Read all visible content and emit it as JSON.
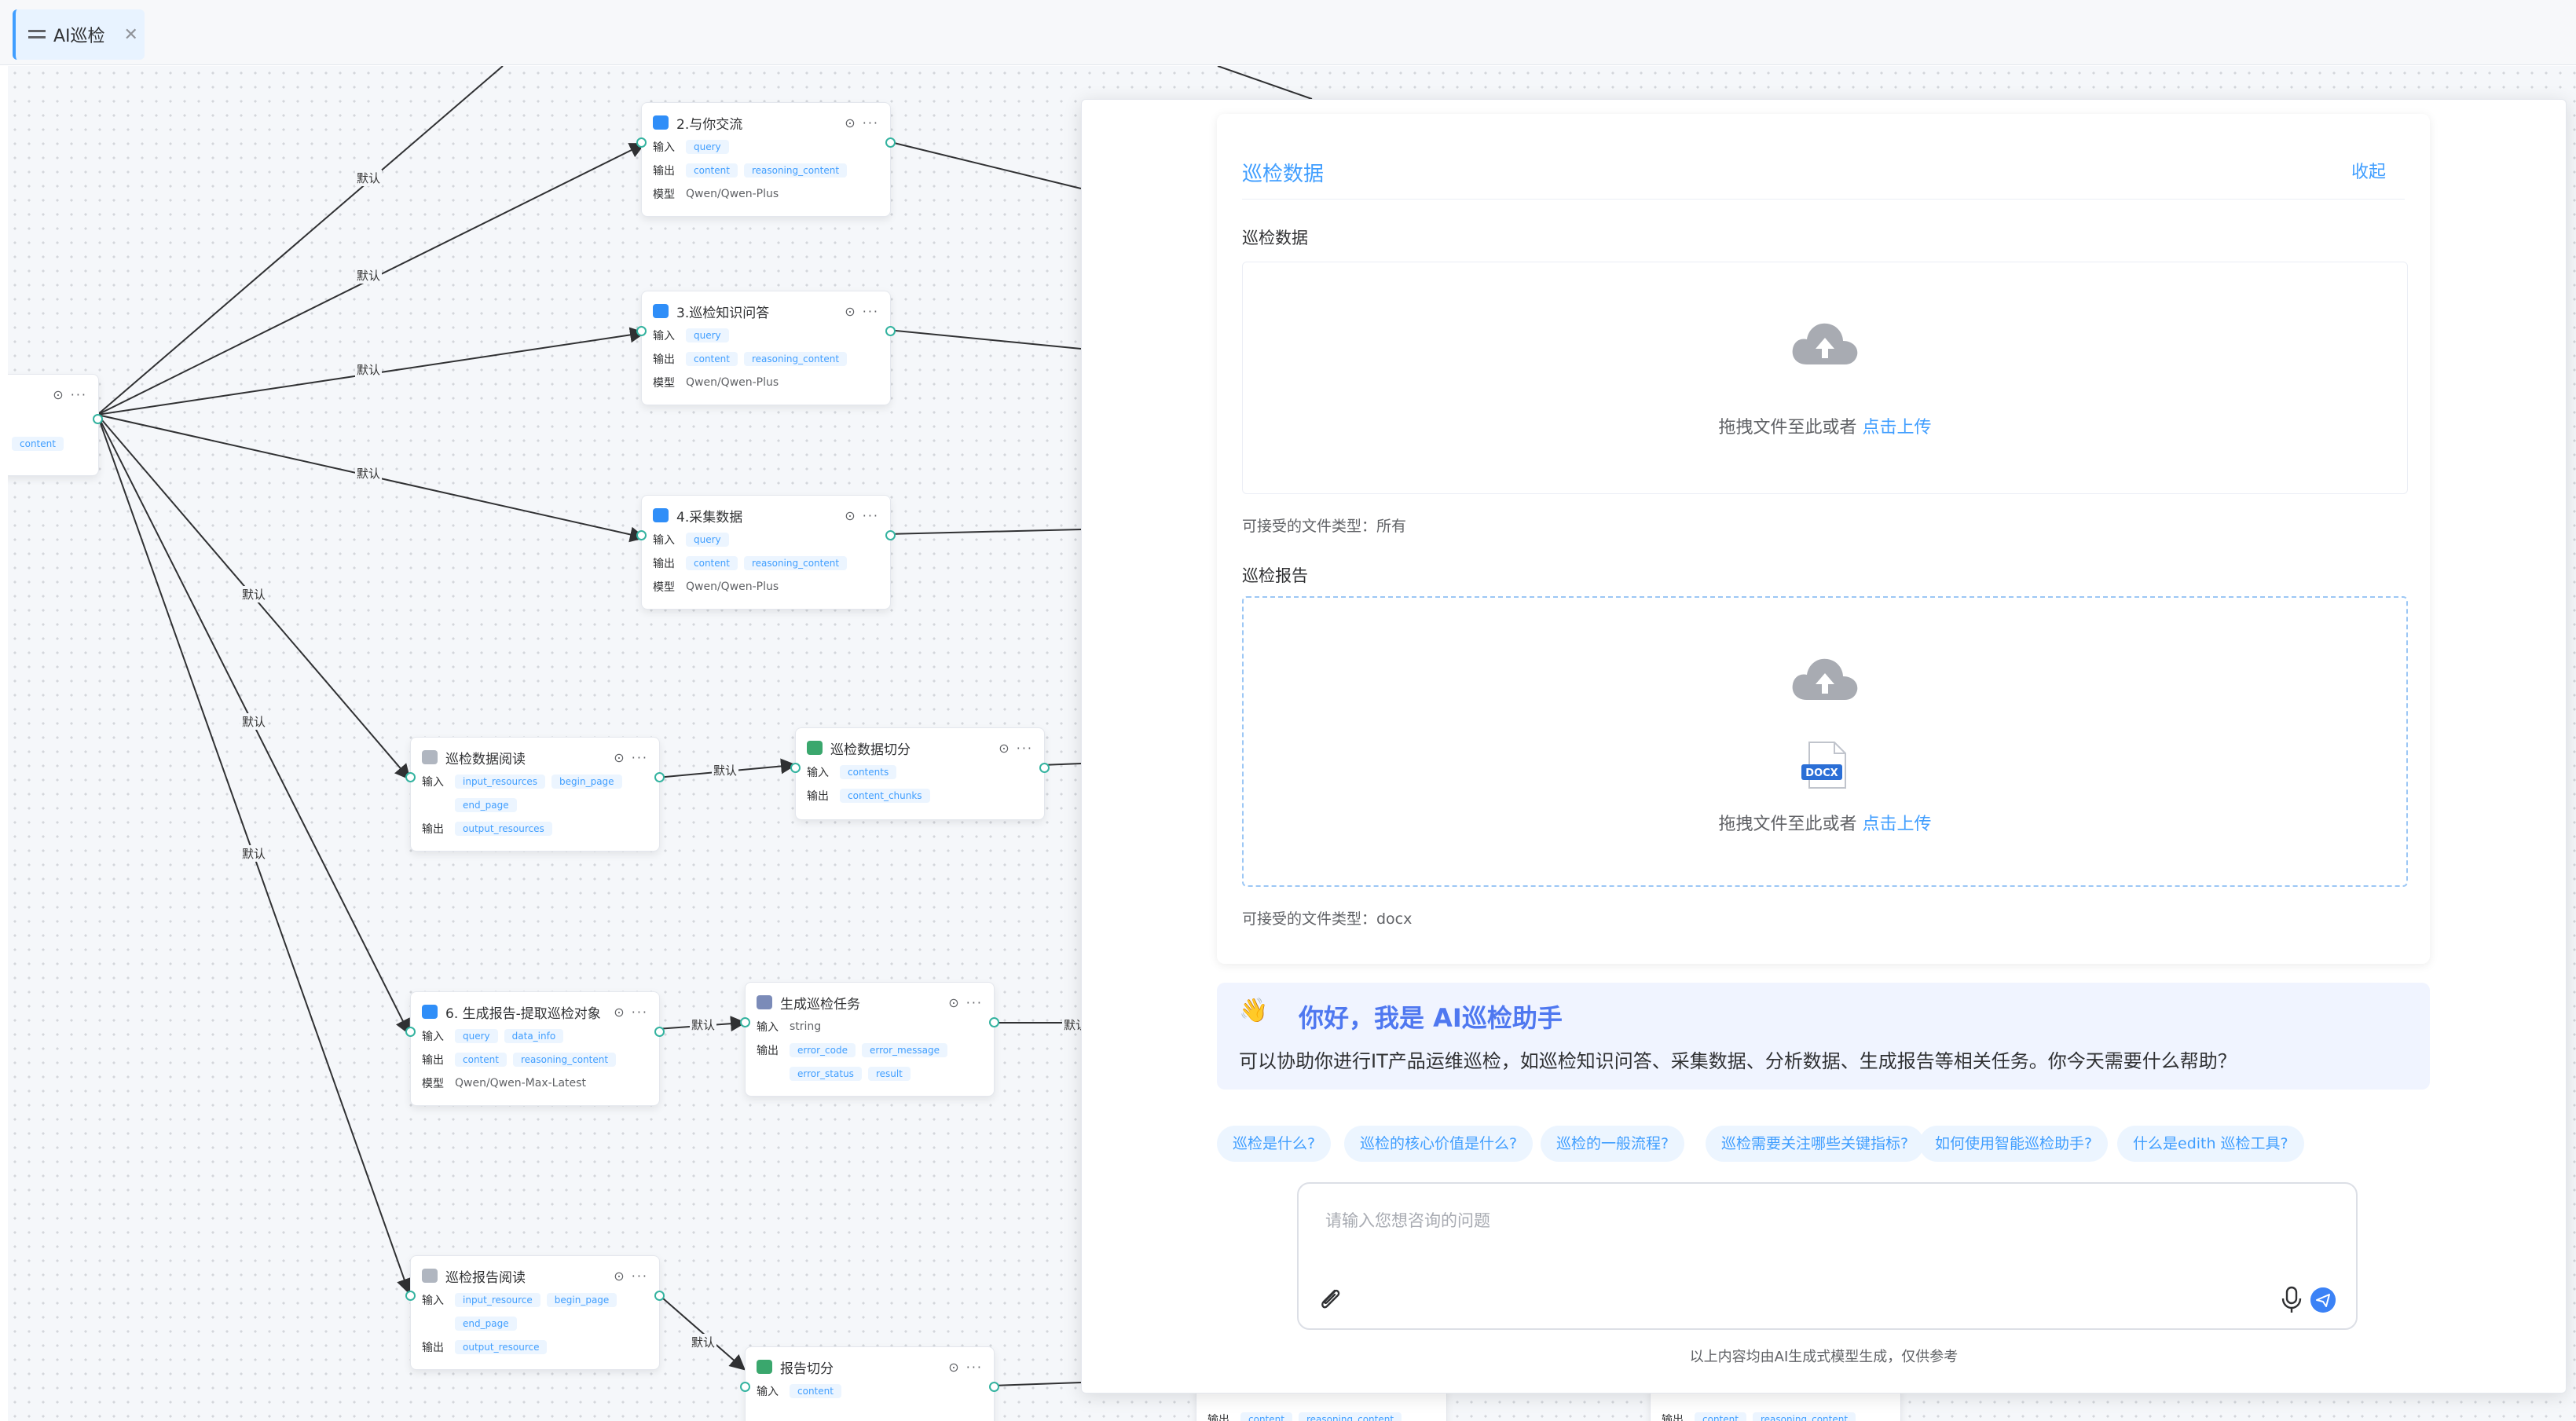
{
  "tab": {
    "label": "AI巡检"
  },
  "canvas": {
    "edge_label": "默认",
    "input_label": "输入",
    "output_label": "输出",
    "model_label": "模型",
    "partial_node_chip": "content",
    "nodes": [
      {
        "title": "2.与你交流",
        "inputs": [
          "query"
        ],
        "outputs": [
          "content",
          "reasoning_content"
        ],
        "model": "Qwen/Qwen-Plus"
      },
      {
        "title": "3.巡检知识问答",
        "inputs": [
          "query"
        ],
        "outputs": [
          "content",
          "reasoning_content"
        ],
        "model": "Qwen/Qwen-Plus"
      },
      {
        "title": "4.采集数据",
        "inputs": [
          "query"
        ],
        "outputs": [
          "content",
          "reasoning_content"
        ],
        "model": "Qwen/Qwen-Plus"
      },
      {
        "title": "巡检数据阅读",
        "inputs": [
          "input_resources",
          "begin_page",
          "end_page"
        ],
        "outputs": [
          "output_resources"
        ]
      },
      {
        "title": "巡检数据切分",
        "inputs": [
          "contents"
        ],
        "outputs": [
          "content_chunks"
        ]
      },
      {
        "title": "6. 生成报告-提取巡检对象",
        "inputs": [
          "query",
          "data_info"
        ],
        "outputs": [
          "content",
          "reasoning_content"
        ],
        "model": "Qwen/Qwen-Max-Latest"
      },
      {
        "title": "生成巡检任务",
        "inputs_plain": "string",
        "outputs": [
          "error_code",
          "error_message",
          "error_status",
          "result"
        ]
      },
      {
        "title": "巡检报告阅读",
        "inputs": [
          "input_resource",
          "begin_page",
          "end_page"
        ],
        "outputs": [
          "output_resource"
        ]
      },
      {
        "title": "报告切分",
        "inputs": [
          "content"
        ]
      }
    ],
    "bottom_node_a": {
      "outputs": [
        "content",
        "reasoning_content"
      ]
    },
    "bottom_node_b": {
      "outputs": [
        "content",
        "reasoning_content"
      ]
    }
  },
  "upload_panel": {
    "title": "巡检数据",
    "collapse": "收起",
    "section1_label": "巡检数据",
    "drag_text": "拖拽文件至此或者",
    "upload_link": "点击上传",
    "accept1": "可接受的文件类型：所有",
    "section2_label": "巡检报告",
    "docx_badge": "DOCX",
    "accept2": "可接受的文件类型：docx"
  },
  "assistant": {
    "wave": "👋",
    "title": "你好，我是 AI巡检助手",
    "desc": "可以协助你进行IT产品运维巡检，如巡检知识问答、采集数据、分析数据、生成报告等相关任务。你今天需要什么帮助？"
  },
  "suggestions": [
    "巡检是什么?",
    "巡检的核心价值是什么?",
    "巡检的一般流程?",
    "巡检需要关注哪些关键指标?",
    "如何使用智能巡检助手?",
    "什么是edith 巡检工具?"
  ],
  "chat": {
    "placeholder": "请输入您想咨询的问题"
  },
  "disclaimer": "以上内容均由AI生成式模型生成，仅供参考",
  "colors": {
    "accent": "#409eff",
    "send": "#3b82f6",
    "greeting": "#4f78f0"
  }
}
